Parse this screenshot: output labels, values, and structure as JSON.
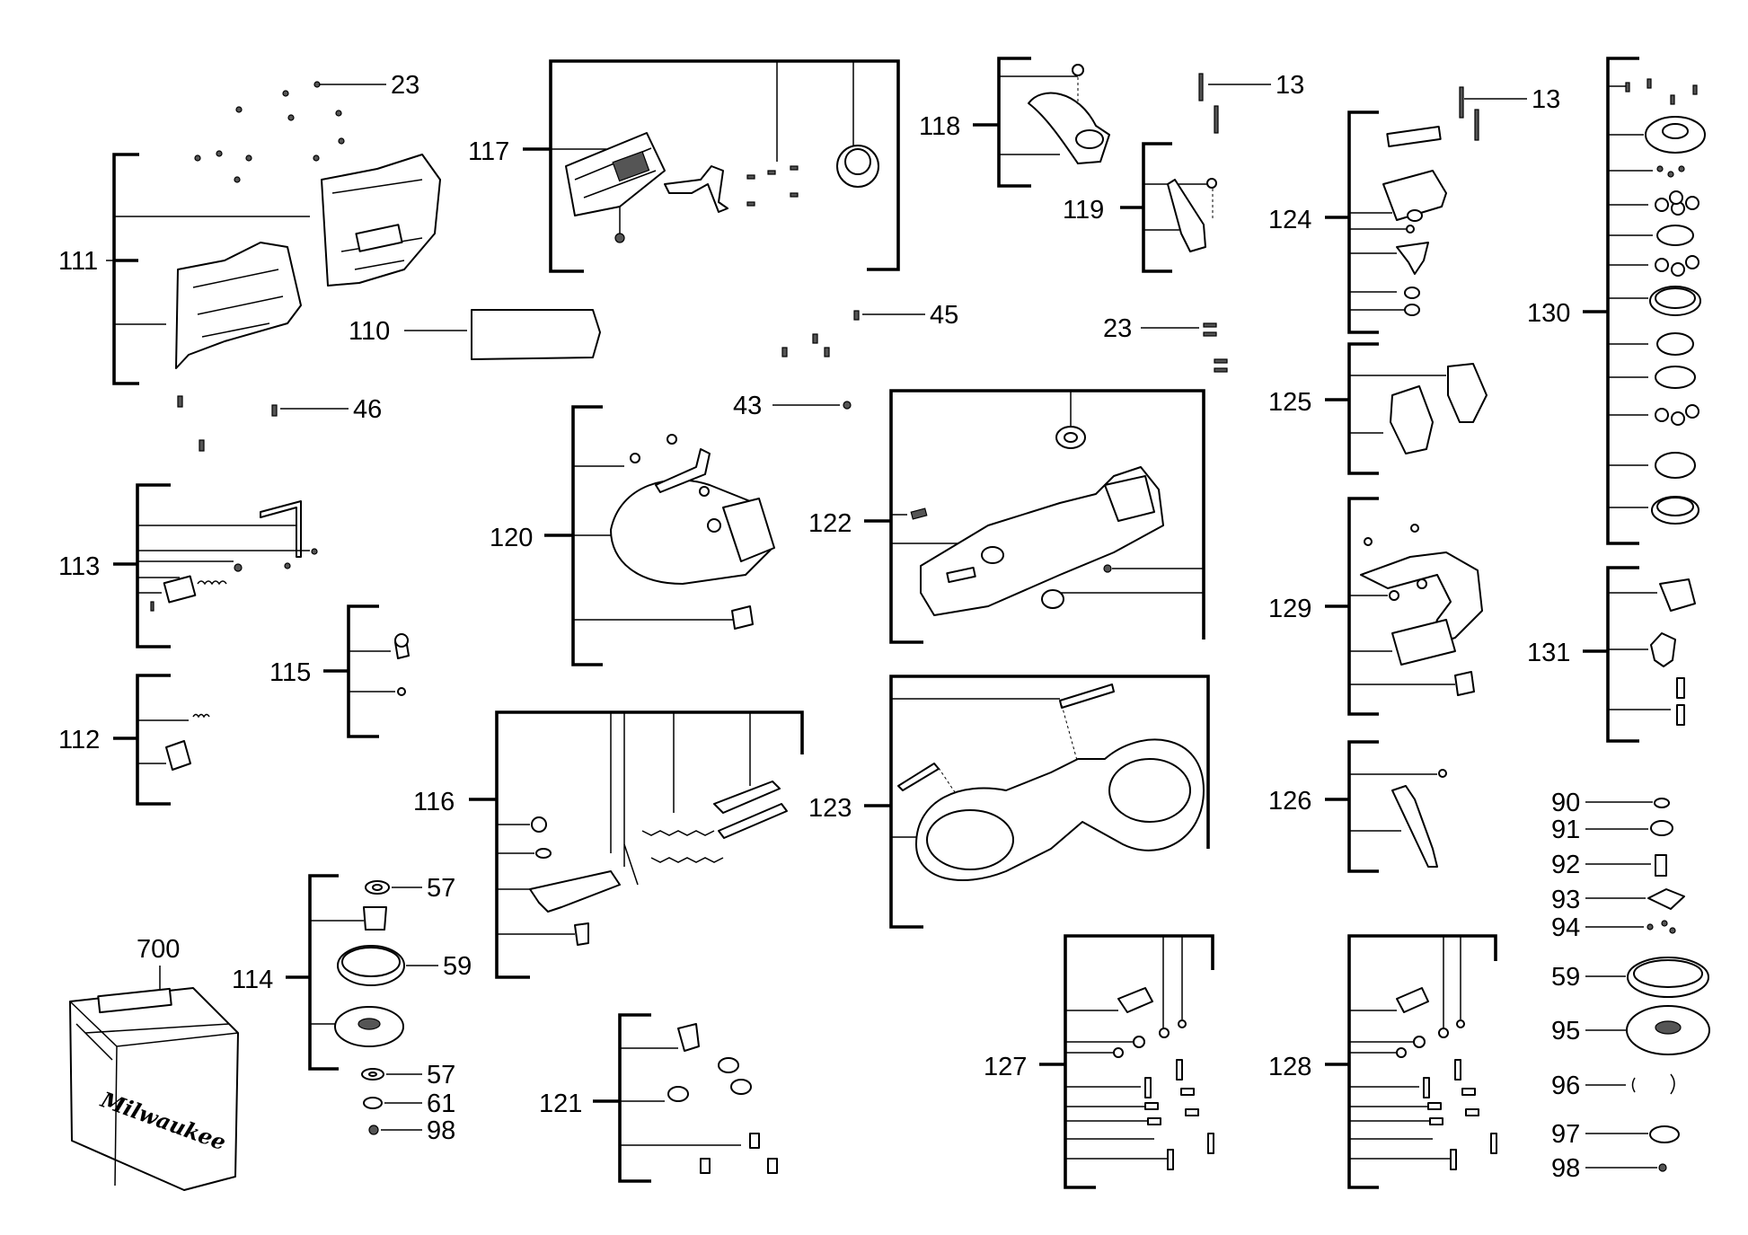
{
  "callouts": {
    "c23a": "23",
    "c111": "111",
    "c110": "110",
    "c46": "46",
    "c113": "113",
    "c115": "115",
    "c112": "112",
    "c114": "114",
    "c57a": "57",
    "c59a": "59",
    "c57b": "57",
    "c61": "61",
    "c98a": "98",
    "c700": "700",
    "c117": "117",
    "c45": "45",
    "c43": "43",
    "c120": "120",
    "c116": "116",
    "c121": "121",
    "c118": "118",
    "c119": "119",
    "c13a": "13",
    "c23b": "23",
    "c122": "122",
    "c123": "123",
    "c127": "127",
    "c13b": "13",
    "c124": "124",
    "c125": "125",
    "c129": "129",
    "c126": "126",
    "c128": "128",
    "c130": "130",
    "c131": "131",
    "c90": "90",
    "c91": "91",
    "c92": "92",
    "c93": "93",
    "c94": "94",
    "c59b": "59",
    "c95": "95",
    "c96": "96",
    "c97": "97",
    "c98b": "98"
  },
  "brand": {
    "case_logo": "Milwaukee"
  }
}
